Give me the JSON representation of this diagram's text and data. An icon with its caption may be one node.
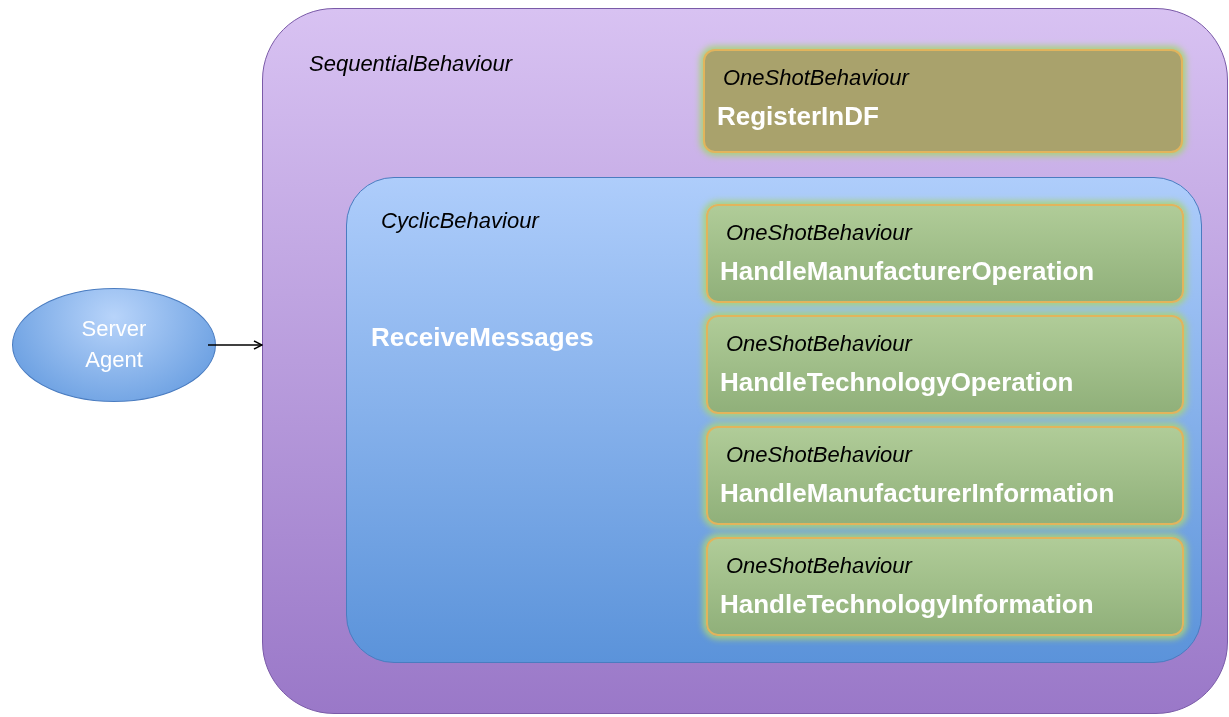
{
  "diagram": {
    "nodes": [
      {
        "text": [
          "Server Agent"
        ]
      },
      {
        "text": [
          "SequentialBehaviour"
        ]
      },
      {
        "text": [
          "OneShotBehaviour",
          "RegisterInDF"
        ],
        "in": 1
      },
      {
        "text": [
          "CyclicBehaviour",
          "ReceiveMessages"
        ],
        "in": 1
      },
      {
        "text": [
          "OneShotBehaviour",
          "HandleManufacturerOperation"
        ],
        "in": 3
      },
      {
        "text": [
          "OneShotBehaviour",
          "HandleTechnologyOperation"
        ],
        "in": 3
      },
      {
        "text": [
          "OneShotBehaviour",
          "HandleManufacturerInformation"
        ],
        "in": 3
      },
      {
        "text": [
          "OneShotBehaviour",
          "HandleTechnologyInformation"
        ],
        "in": 3
      }
    ],
    "edges": [
      {
        "from": 0,
        "to": 1,
        "arrow": "to"
      }
    ]
  }
}
